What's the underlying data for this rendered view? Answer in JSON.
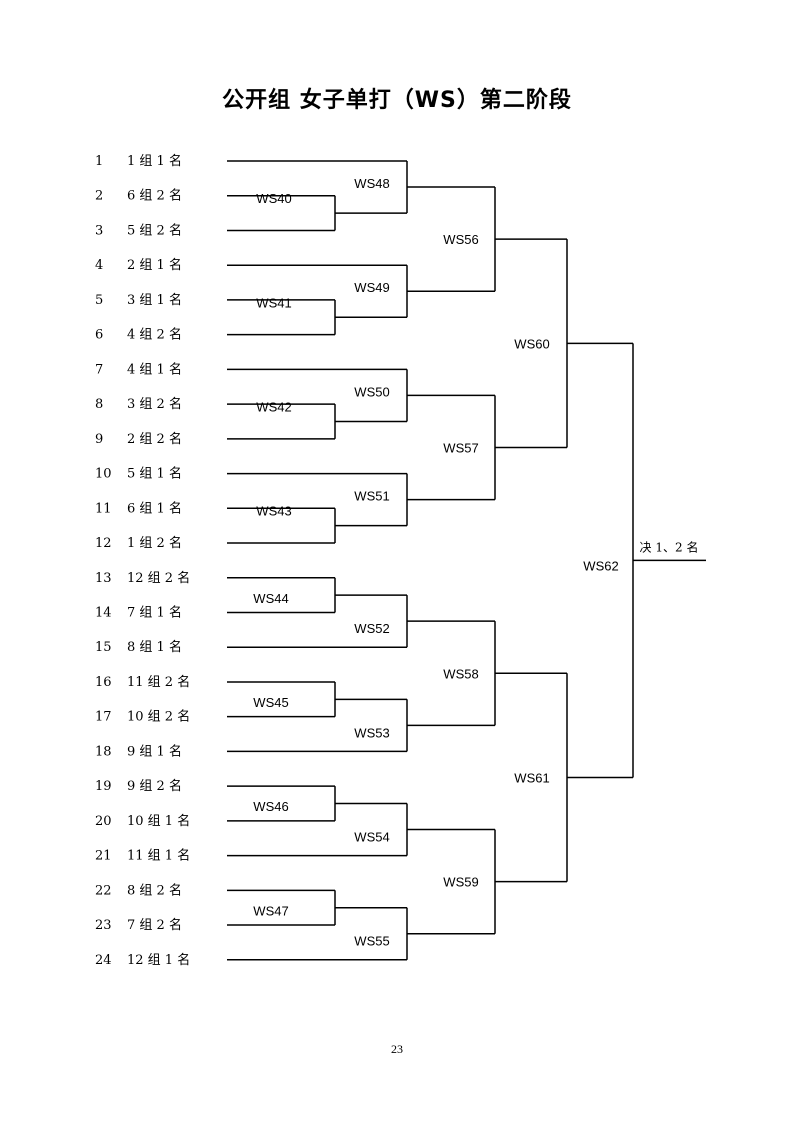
{
  "title": "公开组 女子单打（WS）第二阶段",
  "seeds": [
    {
      "num": "1",
      "label": "1 组 1 名"
    },
    {
      "num": "2",
      "label": "6 组 2 名"
    },
    {
      "num": "3",
      "label": "5 组 2 名"
    },
    {
      "num": "4",
      "label": "2 组 1 名"
    },
    {
      "num": "5",
      "label": "3 组 1 名"
    },
    {
      "num": "6",
      "label": "4 组 2 名"
    },
    {
      "num": "7",
      "label": "4 组 1 名"
    },
    {
      "num": "8",
      "label": "3 组 2 名"
    },
    {
      "num": "9",
      "label": "2 组 2 名"
    },
    {
      "num": "10",
      "label": "5 组 1 名"
    },
    {
      "num": "11",
      "label": "6 组 1 名"
    },
    {
      "num": "12",
      "label": "1 组 2 名"
    },
    {
      "num": "13",
      "label": "12 组 2 名"
    },
    {
      "num": "14",
      "label": "7 组 1 名"
    },
    {
      "num": "15",
      "label": "8 组 1 名"
    },
    {
      "num": "16",
      "label": "11 组 2 名"
    },
    {
      "num": "17",
      "label": "10 组 2 名"
    },
    {
      "num": "18",
      "label": "9 组 1 名"
    },
    {
      "num": "19",
      "label": "9 组 2 名"
    },
    {
      "num": "20",
      "label": "10 组 1 名"
    },
    {
      "num": "21",
      "label": "11 组 1 名"
    },
    {
      "num": "22",
      "label": "8 组 2 名"
    },
    {
      "num": "23",
      "label": "7 组 2 名"
    },
    {
      "num": "24",
      "label": "12 组 1 名"
    }
  ],
  "round1": [
    "WS40",
    "WS41",
    "WS42",
    "WS43",
    "WS44",
    "WS45",
    "WS46",
    "WS47"
  ],
  "round2": [
    "WS48",
    "WS49",
    "WS50",
    "WS51",
    "WS52",
    "WS53",
    "WS54",
    "WS55"
  ],
  "quarterfinals": [
    "WS56",
    "WS57",
    "WS58",
    "WS59"
  ],
  "semifinals": [
    "WS60",
    "WS61"
  ],
  "final": {
    "match": "WS62",
    "label": "决 1、2 名"
  },
  "page_number": "23"
}
